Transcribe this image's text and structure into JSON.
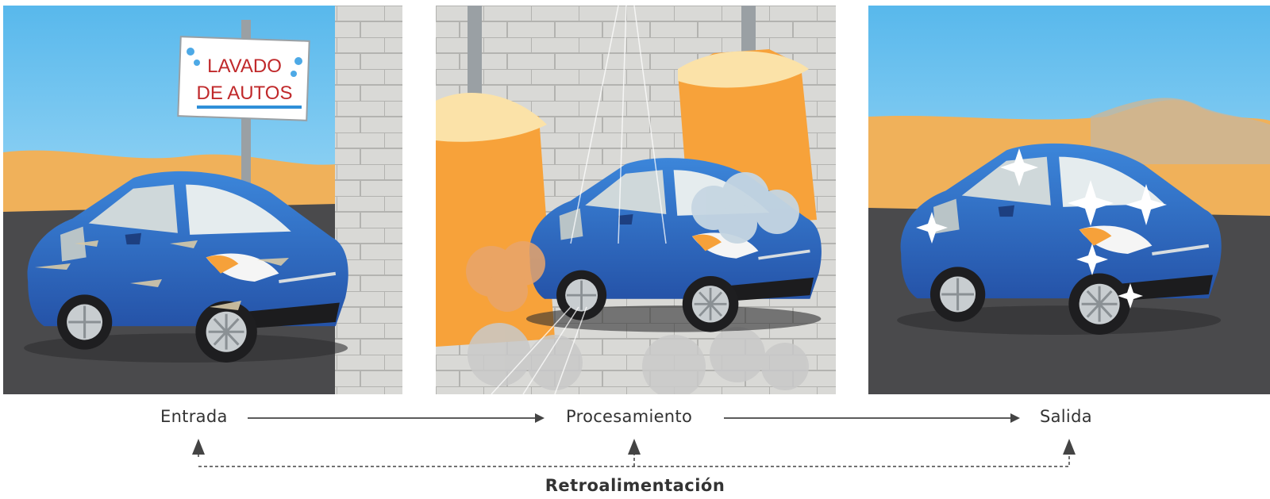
{
  "sign": {
    "line1": "LAVADO",
    "line2": "DE AUTOS"
  },
  "stages": {
    "input": "Entrada",
    "processing": "Procesamiento",
    "output": "Salida",
    "feedback": "Retroalimentación"
  },
  "colors": {
    "car_body": "#2f6fc4",
    "sky": "#8fd3f5",
    "desert": "#f0b15a",
    "road": "#4a4a4c",
    "brush": "#f7a23a",
    "arrow": "#444444",
    "sign_text": "#c0292b"
  }
}
